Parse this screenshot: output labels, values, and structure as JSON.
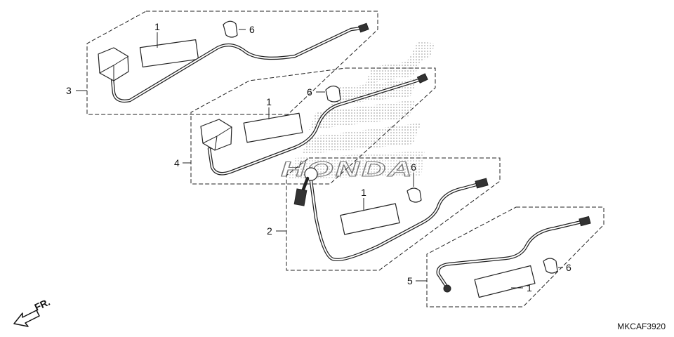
{
  "diagram": {
    "drawing_code": "MKCAF3920",
    "watermark": "HONDA",
    "front_marker": "FR."
  },
  "callouts": {
    "k1": "1",
    "k2": "2",
    "k3": "3",
    "k4": "4",
    "k5": "5",
    "k6": "6"
  }
}
